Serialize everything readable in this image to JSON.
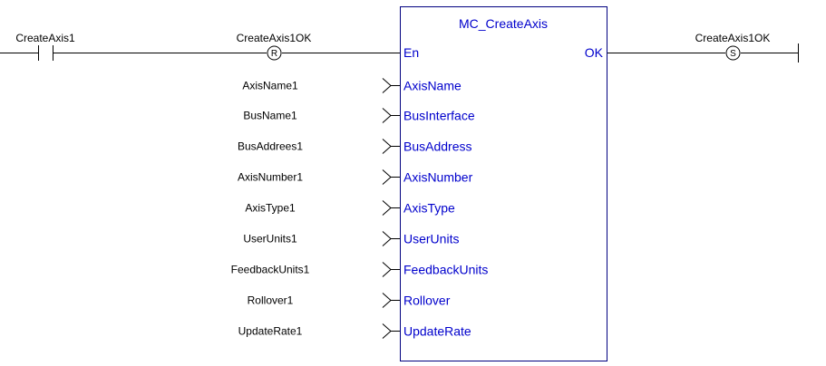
{
  "contact": {
    "label": "CreateAxis1"
  },
  "reset_coil": {
    "label": "CreateAxis1OK",
    "symbol": "R"
  },
  "set_coil": {
    "label": "CreateAxis1OK",
    "symbol": "S"
  },
  "function_block": {
    "name": "MC_CreateAxis",
    "enable_pin": "En",
    "output_pin": "OK",
    "inputs": [
      {
        "pin": "AxisName",
        "variable": "AxisName1"
      },
      {
        "pin": "BusInterface",
        "variable": "BusName1"
      },
      {
        "pin": "BusAddress",
        "variable": "BusAddrees1"
      },
      {
        "pin": "AxisNumber",
        "variable": "AxisNumber1"
      },
      {
        "pin": "AxisType",
        "variable": "AxisType1"
      },
      {
        "pin": "UserUnits",
        "variable": "UserUnits1"
      },
      {
        "pin": "FeedbackUnits",
        "variable": "FeedbackUnits1"
      },
      {
        "pin": "Rollover",
        "variable": "Rollover1"
      },
      {
        "pin": "UpdateRate",
        "variable": "UpdateRate1"
      }
    ]
  },
  "colors": {
    "block_text": "#0000cc",
    "block_border": "#000080",
    "wire": "#000000"
  }
}
